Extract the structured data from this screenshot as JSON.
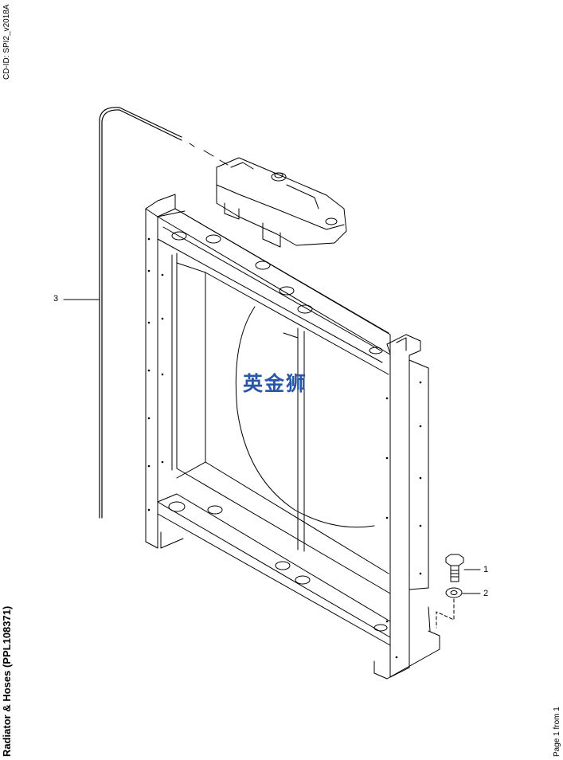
{
  "header": {
    "cd_id": "CD-ID: SPI2_v2018A"
  },
  "title": "Radiator & Hoses (PPL108371)",
  "footer": {
    "page": "Page 1 from 1"
  },
  "watermark": "英金狮",
  "callouts": [
    {
      "id": "1",
      "label": "1"
    },
    {
      "id": "2",
      "label": "2"
    },
    {
      "id": "3",
      "label": "3"
    }
  ]
}
